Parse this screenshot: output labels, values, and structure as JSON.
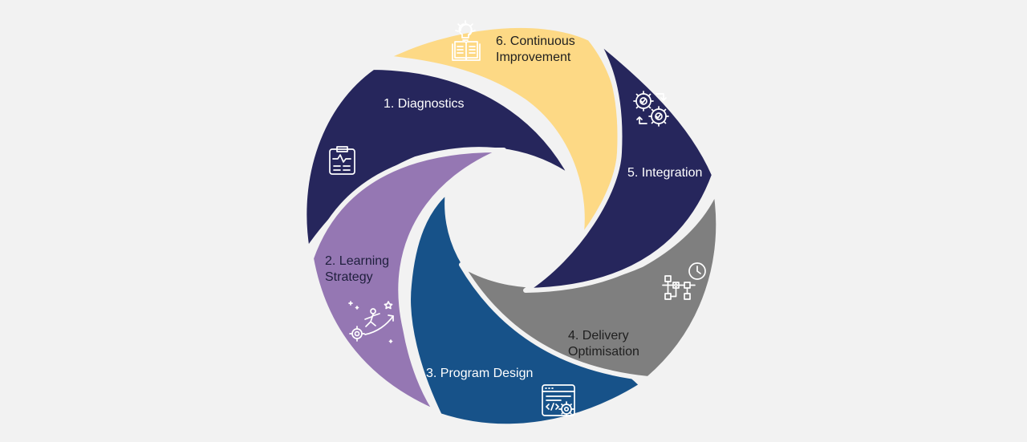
{
  "diagram": {
    "palette": {
      "background": "#f2f2f2",
      "navy": "#26265c",
      "purple": "#9577b3",
      "blue": "#175289",
      "grey": "#7f7f7f",
      "yellow": "#fdd985"
    },
    "steps": [
      {
        "id": "diagnostics",
        "label_lines": [
          "1. Diagnostics"
        ],
        "color": "#26265c",
        "text_color": "#ffffff",
        "icon": "clipboard-pulse-icon"
      },
      {
        "id": "learning-strategy",
        "label_lines": [
          "2. Learning",
          "Strategy"
        ],
        "color": "#9577b3",
        "text_color": "#1f1f3d",
        "icon": "climber-growth-icon"
      },
      {
        "id": "program-design",
        "label_lines": [
          "3. Program Design"
        ],
        "color": "#175289",
        "text_color": "#ffffff",
        "icon": "code-window-gear-icon"
      },
      {
        "id": "delivery-optimisation",
        "label_lines": [
          "4. Delivery",
          "Optimisation"
        ],
        "color": "#7f7f7f",
        "text_color": "#1f1f1f",
        "icon": "flowchart-clock-icon"
      },
      {
        "id": "integration",
        "label_lines": [
          "5. Integration"
        ],
        "color": "#26265c",
        "text_color": "#ffffff",
        "icon": "gears-cycle-icon"
      },
      {
        "id": "continuous-improvement",
        "label_lines": [
          "6. Continuous",
          "Improvement"
        ],
        "color": "#fdd985",
        "text_color": "#1f1f1f",
        "icon": "book-lightbulb-icon"
      }
    ]
  }
}
